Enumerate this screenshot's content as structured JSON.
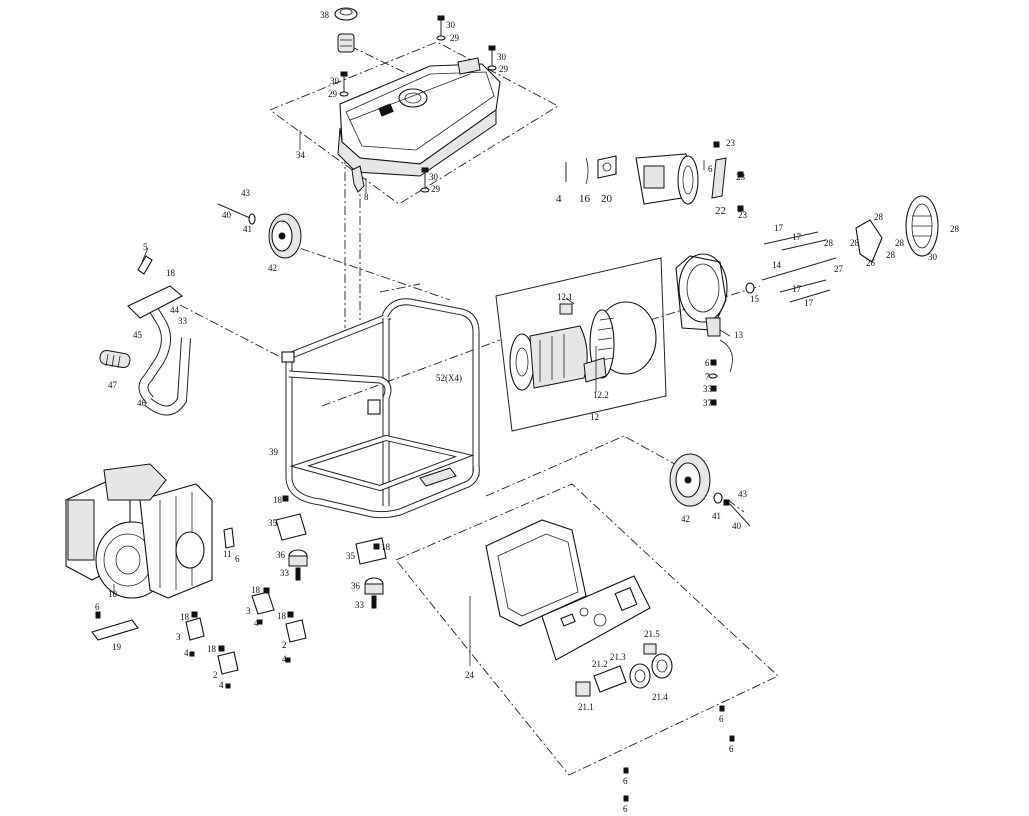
{
  "callouts": [
    {
      "id": "c38",
      "text": "38"
    },
    {
      "id": "c30a",
      "text": "30"
    },
    {
      "id": "c29a",
      "text": "29"
    },
    {
      "id": "c30b",
      "text": "30"
    },
    {
      "id": "c29b",
      "text": "29"
    },
    {
      "id": "c30c",
      "text": "30"
    },
    {
      "id": "c29c",
      "text": "29"
    },
    {
      "id": "c34",
      "text": "34"
    },
    {
      "id": "c30d",
      "text": "30"
    },
    {
      "id": "c29d",
      "text": "29"
    },
    {
      "id": "c8",
      "text": "8"
    },
    {
      "id": "c4",
      "text": "4"
    },
    {
      "id": "c16",
      "text": "16"
    },
    {
      "id": "c20",
      "text": "20"
    },
    {
      "id": "c23a",
      "text": "23"
    },
    {
      "id": "c6a",
      "text": "6"
    },
    {
      "id": "c23b",
      "text": "23"
    },
    {
      "id": "c22",
      "text": "22"
    },
    {
      "id": "c23c",
      "text": "23"
    },
    {
      "id": "c43a",
      "text": "43"
    },
    {
      "id": "c40a",
      "text": "40"
    },
    {
      "id": "c41a",
      "text": "41"
    },
    {
      "id": "c42a",
      "text": "42"
    },
    {
      "id": "c17a",
      "text": "17"
    },
    {
      "id": "c17b",
      "text": "17"
    },
    {
      "id": "c28a",
      "text": "28"
    },
    {
      "id": "c28b",
      "text": "28"
    },
    {
      "id": "c28c",
      "text": "28"
    },
    {
      "id": "c28d",
      "text": "28"
    },
    {
      "id": "c28e",
      "text": "28"
    },
    {
      "id": "c26",
      "text": "26"
    },
    {
      "id": "c28f",
      "text": "28"
    },
    {
      "id": "c30e",
      "text": "30"
    },
    {
      "id": "c14",
      "text": "14"
    },
    {
      "id": "c27",
      "text": "27"
    },
    {
      "id": "c17c",
      "text": "17"
    },
    {
      "id": "c17d",
      "text": "17"
    },
    {
      "id": "c15",
      "text": "15"
    },
    {
      "id": "c13",
      "text": "13"
    },
    {
      "id": "c6b",
      "text": "6"
    },
    {
      "id": "c7",
      "text": "7"
    },
    {
      "id": "c33a",
      "text": "33"
    },
    {
      "id": "c37",
      "text": "37"
    },
    {
      "id": "c121",
      "text": "12.1"
    },
    {
      "id": "c122",
      "text": "12.2"
    },
    {
      "id": "c12",
      "text": "12"
    },
    {
      "id": "c5",
      "text": "5"
    },
    {
      "id": "c18a",
      "text": "18"
    },
    {
      "id": "c45",
      "text": "45"
    },
    {
      "id": "c44",
      "text": "44"
    },
    {
      "id": "c33b",
      "text": "33"
    },
    {
      "id": "c47",
      "text": "47"
    },
    {
      "id": "c46",
      "text": "46"
    },
    {
      "id": "c52",
      "text": "52(X4)"
    },
    {
      "id": "c39",
      "text": "39"
    },
    {
      "id": "c18b",
      "text": "18"
    },
    {
      "id": "c35a",
      "text": "35"
    },
    {
      "id": "c36a",
      "text": "36"
    },
    {
      "id": "c33c",
      "text": "33"
    },
    {
      "id": "c18c",
      "text": "18"
    },
    {
      "id": "c35b",
      "text": "35"
    },
    {
      "id": "c36b",
      "text": "36"
    },
    {
      "id": "c33d",
      "text": "33"
    },
    {
      "id": "c11",
      "text": "11"
    },
    {
      "id": "c6c",
      "text": "6"
    },
    {
      "id": "c10",
      "text": "10"
    },
    {
      "id": "c6d",
      "text": "6"
    },
    {
      "id": "c19",
      "text": "19"
    },
    {
      "id": "c18d",
      "text": "18"
    },
    {
      "id": "c3a",
      "text": "3"
    },
    {
      "id": "c4a",
      "text": "4"
    },
    {
      "id": "c18e",
      "text": "18"
    },
    {
      "id": "c3b",
      "text": "3"
    },
    {
      "id": "c4b",
      "text": "4"
    },
    {
      "id": "c18f",
      "text": "18"
    },
    {
      "id": "c2a",
      "text": "2"
    },
    {
      "id": "c4c",
      "text": "4"
    },
    {
      "id": "c18g",
      "text": "18"
    },
    {
      "id": "c2b",
      "text": "2"
    },
    {
      "id": "c4d",
      "text": "4"
    },
    {
      "id": "c42b",
      "text": "42"
    },
    {
      "id": "c41b",
      "text": "41"
    },
    {
      "id": "c43b",
      "text": "43"
    },
    {
      "id": "c40b",
      "text": "40"
    },
    {
      "id": "c24",
      "text": "24"
    },
    {
      "id": "c215",
      "text": "21.5"
    },
    {
      "id": "c212",
      "text": "21.2"
    },
    {
      "id": "c213",
      "text": "21.3"
    },
    {
      "id": "c211",
      "text": "21.1"
    },
    {
      "id": "c214",
      "text": "21.4"
    },
    {
      "id": "c6e",
      "text": "6"
    },
    {
      "id": "c6f",
      "text": "6"
    },
    {
      "id": "c6g",
      "text": "6"
    },
    {
      "id": "c6h",
      "text": "6"
    }
  ],
  "colors": {
    "line": "#222222",
    "background": "#ffffff"
  }
}
